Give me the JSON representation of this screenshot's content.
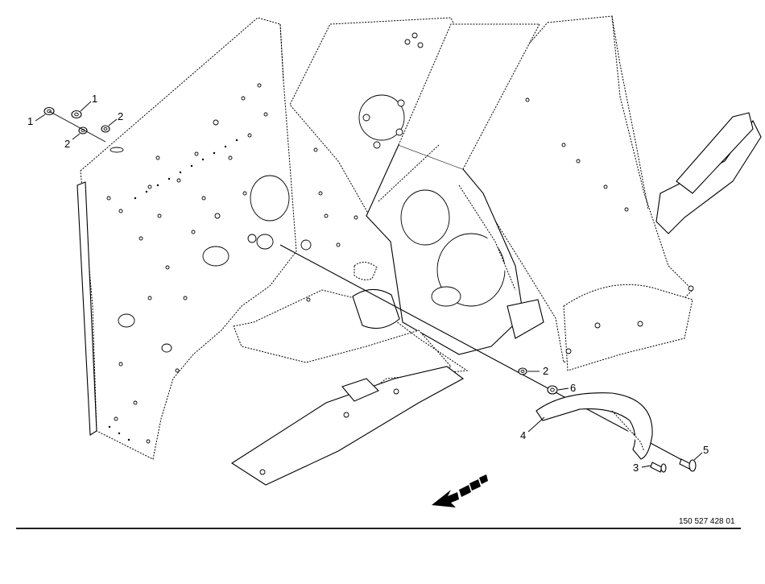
{
  "drawing": {
    "number": "150 527 428 01",
    "callouts": [
      {
        "id": "c1a",
        "label": "1"
      },
      {
        "id": "c1b",
        "label": "1"
      },
      {
        "id": "c2a",
        "label": "2"
      },
      {
        "id": "c2b",
        "label": "2"
      },
      {
        "id": "c2c",
        "label": "2"
      },
      {
        "id": "c6",
        "label": "6"
      },
      {
        "id": "c4",
        "label": "4"
      },
      {
        "id": "c3",
        "label": "3"
      },
      {
        "id": "c5",
        "label": "5"
      }
    ]
  }
}
